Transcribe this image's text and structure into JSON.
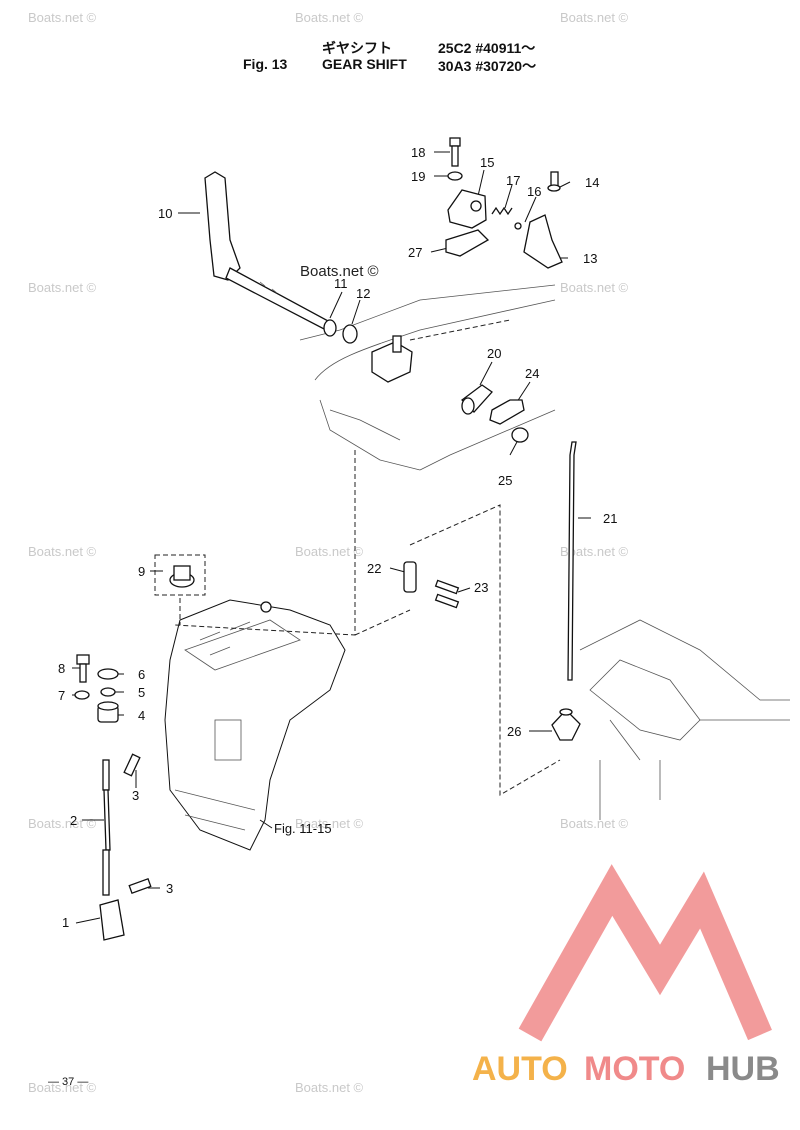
{
  "header": {
    "title_jp": "ギヤシフト",
    "fig_number": "Fig. 13",
    "title_en": "GEAR SHIFT",
    "serial_1": "25C2 #40911～",
    "serial_2": "30A3 #30720～"
  },
  "callouts": {
    "c1": "1",
    "c2": "2",
    "c3a": "3",
    "c3b": "3",
    "c4": "4",
    "c5": "5",
    "c6": "6",
    "c7": "7",
    "c8": "8",
    "c9": "9",
    "c10": "10",
    "c11": "11",
    "c12": "12",
    "c13": "13",
    "c14": "14",
    "c15": "15",
    "c16": "16",
    "c17": "17",
    "c18": "18",
    "c19": "19",
    "c20": "20",
    "c21": "21",
    "c22": "22",
    "c23": "23",
    "c24": "24",
    "c25": "25",
    "c26": "26",
    "c27": "27"
  },
  "reference": "Fig. 11-15",
  "watermark": "Boats.net ©",
  "page_number": "— 37 —",
  "logo": {
    "text_auto": "AUTO",
    "text_moto": "MOTO",
    "text_hub": "HUB",
    "color_triangle": "#f08a8a",
    "color_auto": "#f4b24a",
    "color_moto": "#f08a8a",
    "color_hub": "#8a8a8a"
  }
}
